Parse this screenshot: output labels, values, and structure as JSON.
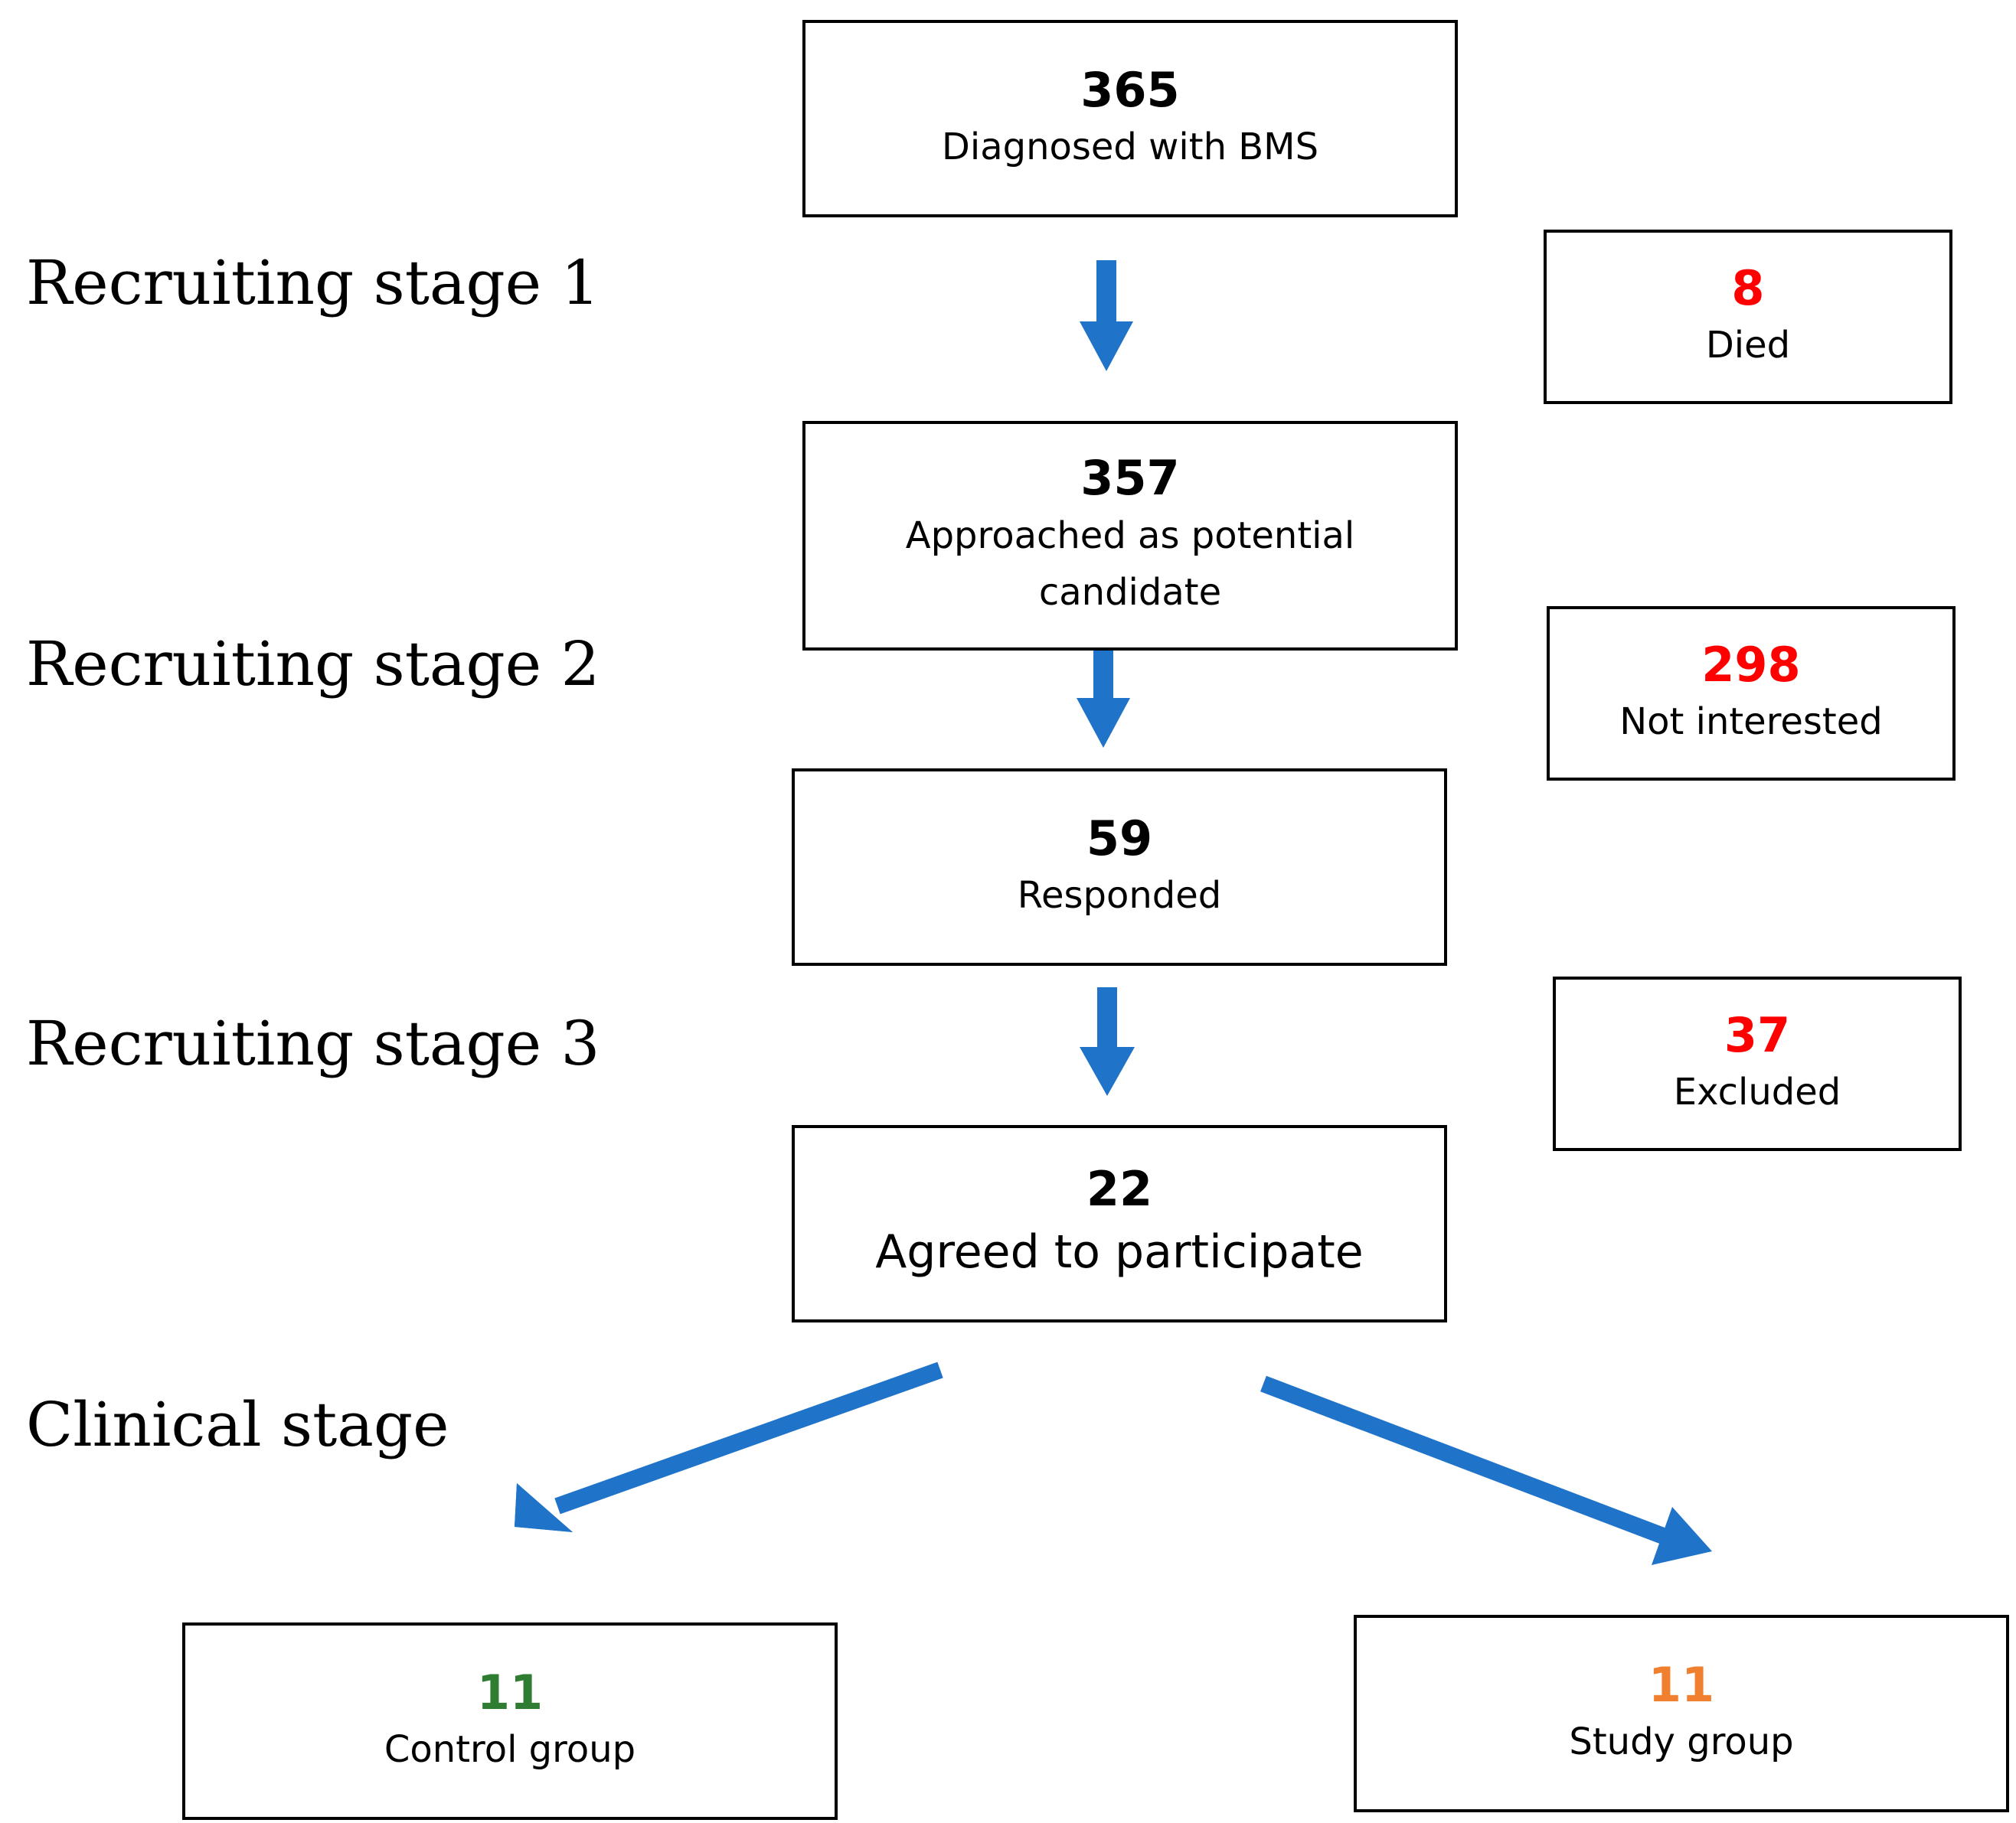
{
  "stages": {
    "stage1": "Recruiting stage 1",
    "stage2": "Recruiting stage 2",
    "stage3": "Recruiting stage 3",
    "clinical": "Clinical stage"
  },
  "flow": {
    "diagnosed": {
      "count": "365",
      "label": "Diagnosed with BMS"
    },
    "approached": {
      "count": "357",
      "label": "Approached as potential candidate"
    },
    "responded": {
      "count": "59",
      "label": "Responded"
    },
    "agreed": {
      "count": "22",
      "label": "Agreed to participate"
    }
  },
  "exclusions": {
    "died": {
      "count": "8",
      "label": "Died"
    },
    "not_interested": {
      "count": "298",
      "label": "Not interested"
    },
    "excluded": {
      "count": "37",
      "label": "Excluded"
    }
  },
  "groups": {
    "control": {
      "count": "11",
      "label": "Control group"
    },
    "study": {
      "count": "11",
      "label": "Study group"
    }
  },
  "colors": {
    "main_count": "#000000",
    "exclusion_count": "#ff0000",
    "control_count": "#2e7d32",
    "study_count": "#f08030",
    "arrow": "#1f73c8",
    "border": "#000000"
  }
}
